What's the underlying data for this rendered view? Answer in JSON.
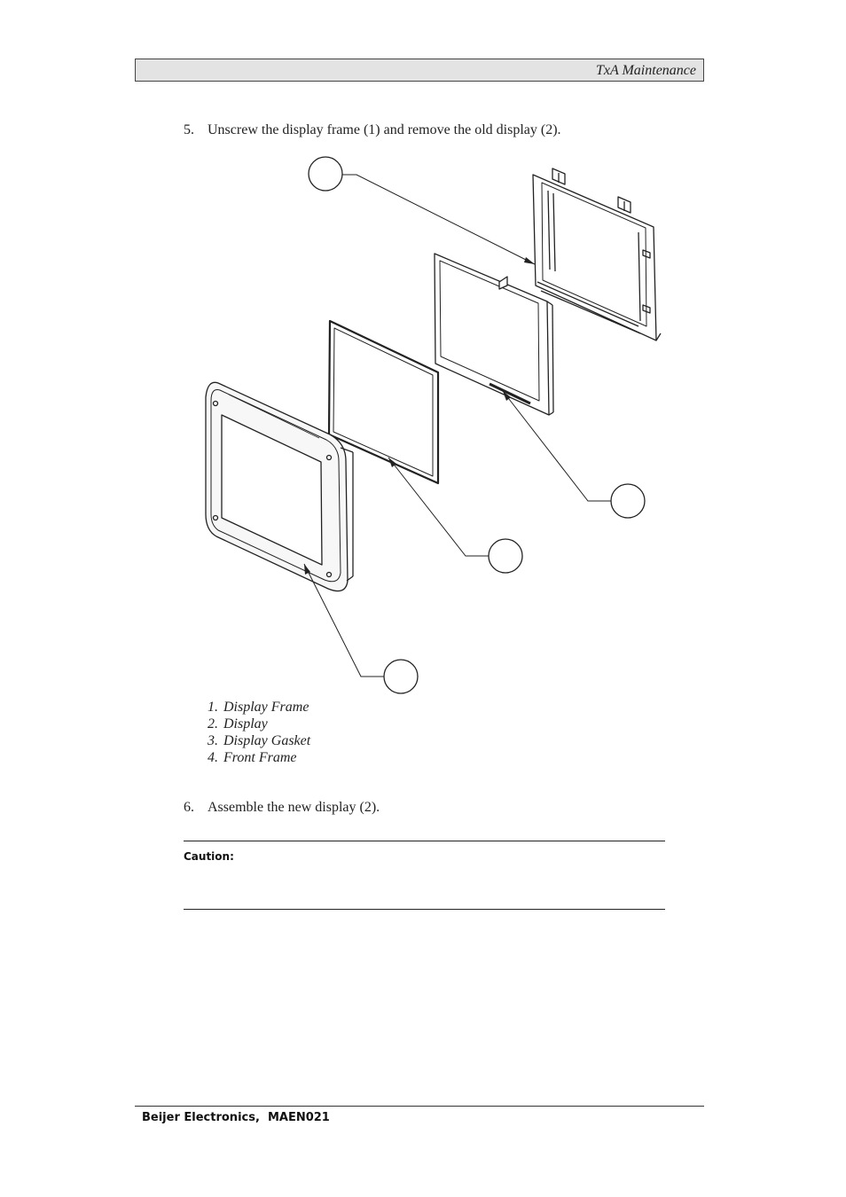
{
  "header": {
    "title": "TxA Maintenance"
  },
  "steps": [
    {
      "number": "5.",
      "text": "Unscrew the display frame (1) and remove the old display (2)."
    },
    {
      "number": "6.",
      "text": "Assemble the new display (2)."
    }
  ],
  "legend": [
    {
      "number": "1.",
      "label": "Display Frame"
    },
    {
      "number": "2.",
      "label": "Display"
    },
    {
      "number": "3.",
      "label": "Display Gasket"
    },
    {
      "number": "4.",
      "label": "Front Frame"
    }
  ],
  "caution": {
    "label": "Caution:"
  },
  "footer": {
    "text": "Beijer Electronics,  MAEN021"
  }
}
